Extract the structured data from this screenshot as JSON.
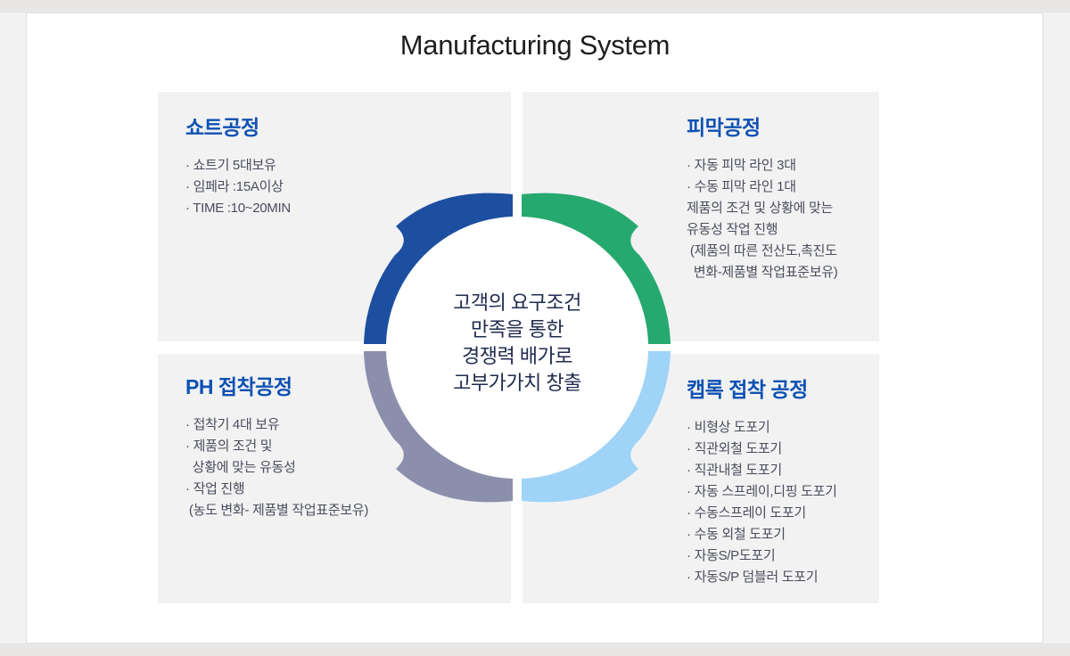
{
  "page": {
    "title": "Manufacturing System"
  },
  "center": {
    "lines": [
      "고객의 요구조건",
      "만족을 통한",
      "경쟁력 배가로",
      "고부가가치 창출"
    ]
  },
  "quadrants": [
    {
      "id": "shot",
      "title": "쇼트공정",
      "lines": [
        "· 쇼트기 5대보유",
        "· 임페라 :15A이상",
        "· TIME :10~20MIN"
      ]
    },
    {
      "id": "coating",
      "title": "피막공정",
      "lines": [
        "· 자동 피막 라인 3대",
        "· 수동 피막 라인 1대",
        "제품의 조건 및 상황에 맞는",
        "유동성 작업 진행",
        " (제품의 따른 전산도,촉진도",
        "  변화-제품별 작업표준보유)"
      ]
    },
    {
      "id": "ph-bonding",
      "title": "PH 접착공정",
      "lines": [
        "· 접착기 4대 보유",
        "· 제품의 조건 및",
        "  상황에 맞는 유동성",
        "· 작업 진행",
        " (농도 변화- 제품별 작업표준보유)"
      ]
    },
    {
      "id": "caplock-bonding",
      "title": "캡록 접착 공정",
      "lines": [
        "· 비형상 도포기",
        "· 직관외철 도포기",
        "· 직관내철 도포기",
        "· 자동 스프레이,디핑 도포기",
        "· 수동스프레이 도포기",
        "· 수동 외철 도포기",
        "· 자동S/P도포기",
        "· 자동S/P 덤블러 도포기"
      ]
    }
  ],
  "colors": {
    "arc_top_left": "#1d4fa1",
    "arc_top_right": "#26a96e",
    "arc_bottom_left": "#8c8fac",
    "arc_bottom_right": "#a0d3f8",
    "title_blue": "#0e51b3",
    "heading_text": "#1e1e1e",
    "center_text": "#212c4f",
    "body_text": "#4a4e5a",
    "panel_bg": "#f2f2f3"
  }
}
